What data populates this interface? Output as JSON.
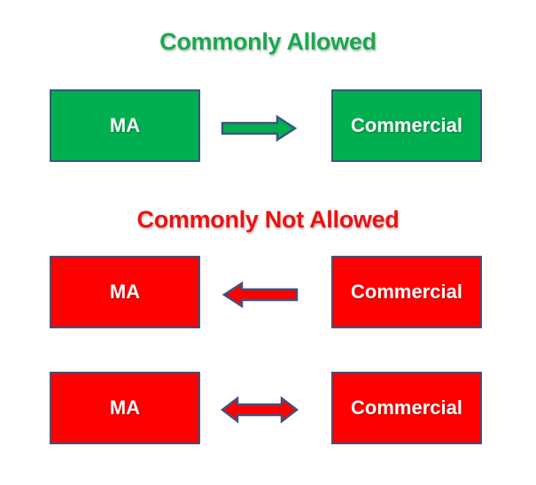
{
  "colors": {
    "allowed": "#00b050",
    "not_allowed": "#ff0000",
    "outline": "#3b5480",
    "heading_allowed": "#1aa84e",
    "heading_not_allowed": "#ee1111"
  },
  "sections": {
    "allowed": {
      "title": "Commonly Allowed",
      "rows": [
        {
          "left": "MA",
          "right": "Commercial",
          "direction": "right"
        }
      ]
    },
    "not_allowed": {
      "title": "Commonly Not Allowed",
      "rows": [
        {
          "left": "MA",
          "right": "Commercial",
          "direction": "left"
        },
        {
          "left": "MA",
          "right": "Commercial",
          "direction": "both"
        }
      ]
    }
  }
}
